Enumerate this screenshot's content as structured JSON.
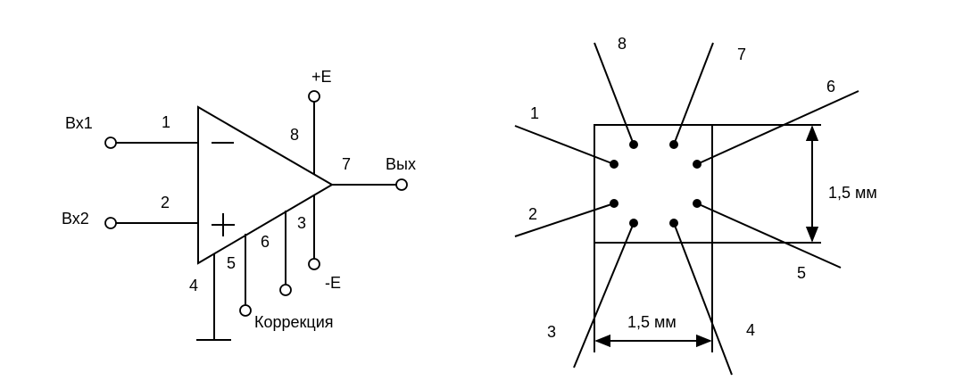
{
  "opamp": {
    "in1_label": "Вх1",
    "in2_label": "Вх2",
    "out_label": "Вых",
    "vpos_label": "+E",
    "vneg_label": "-E",
    "correction_label": "Коррекция",
    "minus_sign": "−",
    "plus_sign": "+",
    "pins": {
      "p1": "1",
      "p2": "2",
      "p3": "3",
      "p4": "4",
      "p5": "5",
      "p6": "6",
      "p7": "7",
      "p8": "8"
    }
  },
  "package": {
    "pins": {
      "p1": "1",
      "p2": "2",
      "p3": "3",
      "p4": "4",
      "p5": "5",
      "p6": "6",
      "p7": "7",
      "p8": "8"
    },
    "height_dim": "1,5 мм",
    "width_dim": "1,5 мм"
  }
}
